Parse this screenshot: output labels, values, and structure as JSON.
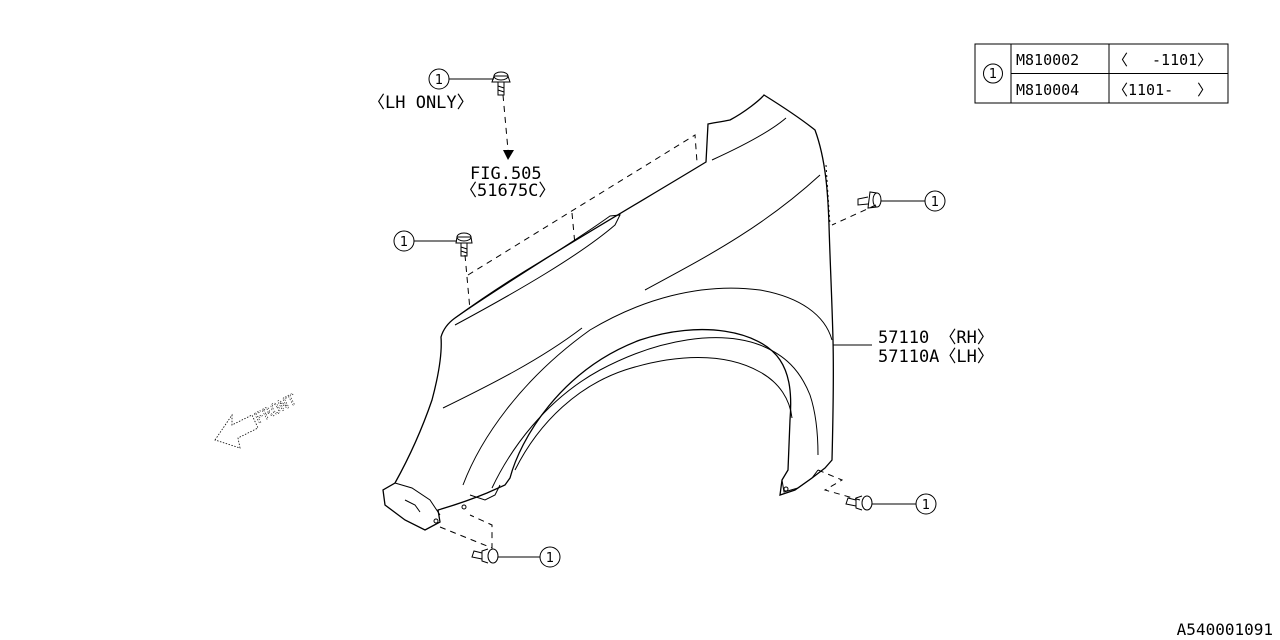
{
  "parts_table": {
    "ref": "1",
    "rows": [
      {
        "part_number": "M810002",
        "range": "〈　 -1101〉"
      },
      {
        "part_number": "M810004",
        "range": "〈1101-　 〉"
      }
    ]
  },
  "callout_ref": "1",
  "lh_only_note": "〈LH ONLY〉",
  "fig_reference": {
    "line1": "FIG.505",
    "line2": "〈51675C〉"
  },
  "fender_label": {
    "rh": "57110 〈RH〉",
    "lh": "57110A〈LH〉"
  },
  "front_label": "FRONT",
  "figure_id": "A540001091"
}
